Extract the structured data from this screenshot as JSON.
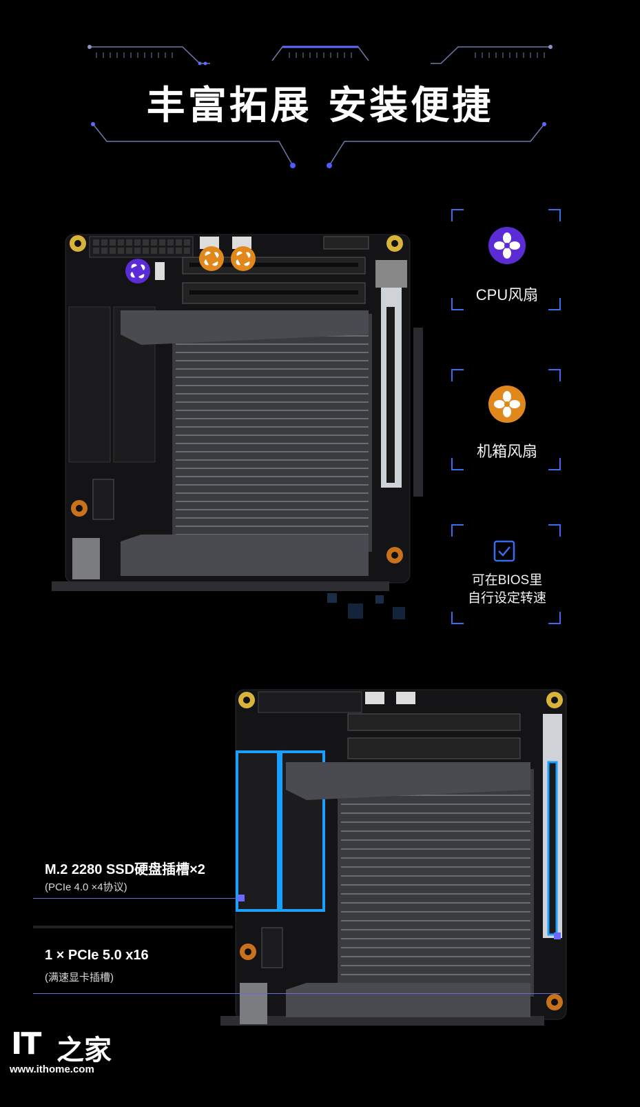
{
  "header": {
    "title": "丰富拓展 安装便捷"
  },
  "features": [
    {
      "id": "cpu_fan",
      "label": "CPU风扇",
      "icon": "fan-icon",
      "color": "#5b2bd6"
    },
    {
      "id": "case_fan",
      "label": "机箱风扇",
      "icon": "fan-icon",
      "color": "#e0881c"
    },
    {
      "id": "bios",
      "label_line1": "可在BIOS里",
      "label_line2": "自行设定转速",
      "icon": "checkbox-icon",
      "color": "#3b6cf0"
    }
  ],
  "specs": [
    {
      "title": "M.2 2280 SSD硬盘插槽×2",
      "subtitle": "(PCIe 4.0 ×4协议)"
    },
    {
      "title": "1 × PCIe 5.0 x16",
      "subtitle": "(满速显卡插槽)"
    }
  ],
  "watermark": {
    "brand": "IT",
    "brand_cn": "之家",
    "url": "www.ithome.com"
  },
  "colors": {
    "accent": "#3b6cf0",
    "cpu_fan": "#5b2bd6",
    "case_fan": "#e0881c",
    "glow": "#1aa0ff"
  }
}
